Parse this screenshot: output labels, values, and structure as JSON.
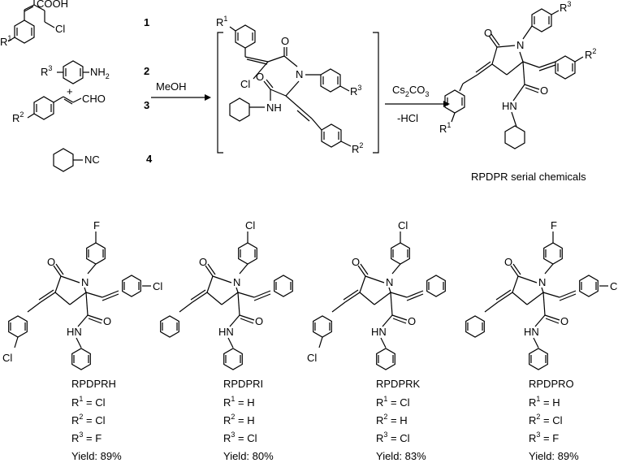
{
  "scheme": {
    "reagents": [
      {
        "label": "COOH",
        "sub_label": "Cl",
        "r_group": "R",
        "r_sup": "1",
        "number": "1"
      },
      {
        "label": "NH",
        "label_sub": "2",
        "r_group": "R",
        "r_sup": "3",
        "number": "2"
      },
      {
        "label": "CHO",
        "r_group": "R",
        "r_sup": "2",
        "number": "3"
      },
      {
        "label": "NC",
        "number": "4"
      }
    ],
    "plus": "+",
    "step1_reagent": "MeOH",
    "step2_reagent_main": "Cs",
    "step2_reagent_sub1": "2",
    "step2_reagent_mid": "CO",
    "step2_reagent_sub2": "3",
    "step2_byproduct": "-HCl",
    "intermediate_atoms": {
      "o1": "O",
      "o2": "O",
      "n1": "N",
      "nh": "NH",
      "cl": "Cl",
      "r1": "R",
      "r1_sup": "1",
      "r2": "R",
      "r2_sup": "2",
      "r3": "R",
      "r3_sup": "3"
    },
    "product_atoms": {
      "o": "O",
      "n": "N",
      "o2": "O",
      "hn": "HN",
      "r1": "R",
      "r1_sup": "1",
      "r2": "R",
      "r2_sup": "2",
      "r3": "R",
      "r3_sup": "3"
    },
    "product_caption": "RPDPR serial chemicals"
  },
  "compounds": [
    {
      "name": "RPDPRH",
      "r1": "Cl",
      "r2": "Cl",
      "r3": "F",
      "yield": "Yield: 89%",
      "top_sub": "F",
      "right_sub": "Cl",
      "bottom_sub": "Cl"
    },
    {
      "name": "RPDPRI",
      "r1": "H",
      "r2": "H",
      "r3": "Cl",
      "yield": "Yield: 80%",
      "top_sub": "Cl",
      "right_sub": "",
      "bottom_sub": ""
    },
    {
      "name": "RPDPRK",
      "r1": "Cl",
      "r2": "H",
      "r3": "Cl",
      "yield": "Yield: 83%",
      "top_sub": "Cl",
      "right_sub": "",
      "bottom_sub": "Cl"
    },
    {
      "name": "RPDPRO",
      "r1": "H",
      "r2": "Cl",
      "r3": "F",
      "yield": "Yield: 89%",
      "top_sub": "F",
      "right_sub": "Cl",
      "bottom_sub": ""
    }
  ],
  "rlabels": {
    "r": "R",
    "s1": "1",
    "s2": "2",
    "s3": "3",
    "eq": " = ",
    "n": "N",
    "o": "O",
    "hn": "HN"
  }
}
